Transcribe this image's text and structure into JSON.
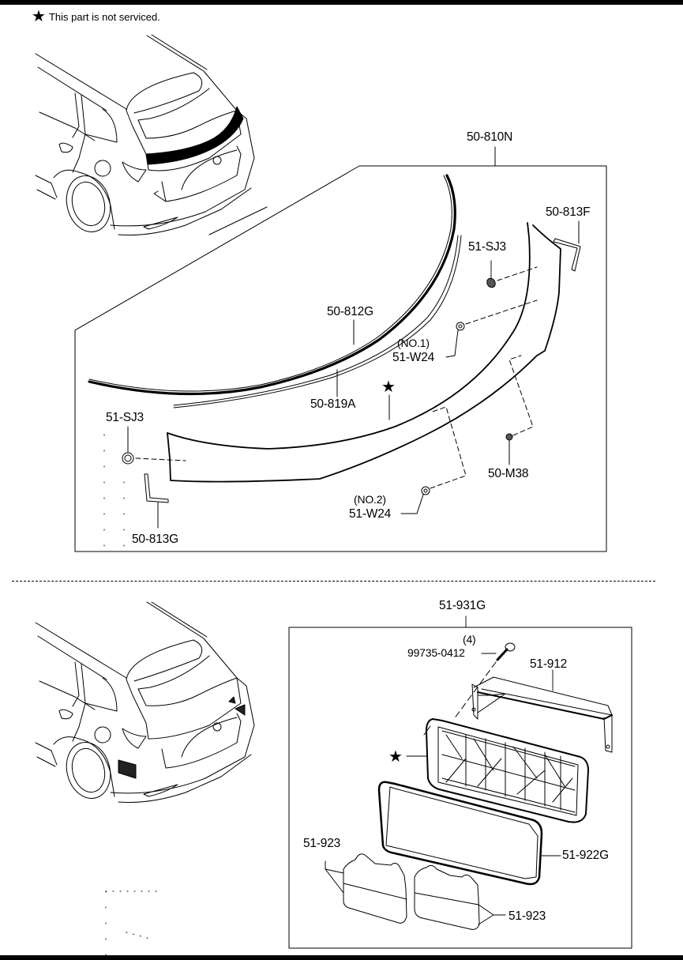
{
  "legend": {
    "star_symbol": "★",
    "note_text": "This part is not serviced."
  },
  "upper_section": {
    "assembly_label": "50-810N",
    "parts": {
      "part_50_813F": "50-813F",
      "part_51_SJ3_right": "51-SJ3",
      "part_50_812G": "50-812G",
      "part_51_W24_no1_qualifier": "(NO.1)",
      "part_51_W24_no1": "51-W24",
      "part_50_819A": "50-819A",
      "part_51_SJ3_left": "51-SJ3",
      "part_50_M38": "50-M38",
      "part_51_W24_no2_qualifier": "(NO.2)",
      "part_51_W24_no2": "51-W24",
      "part_50_813G": "50-813G"
    },
    "spoiler_star": "★"
  },
  "lower_section": {
    "assembly_label": "51-931G",
    "parts": {
      "bolt_qty": "(4)",
      "bolt": "99735-0412",
      "part_51_912": "51-912",
      "part_51_922G": "51-922G",
      "part_51_923_left": "51-923",
      "part_51_923_right": "51-923"
    },
    "grille_star": "★"
  }
}
